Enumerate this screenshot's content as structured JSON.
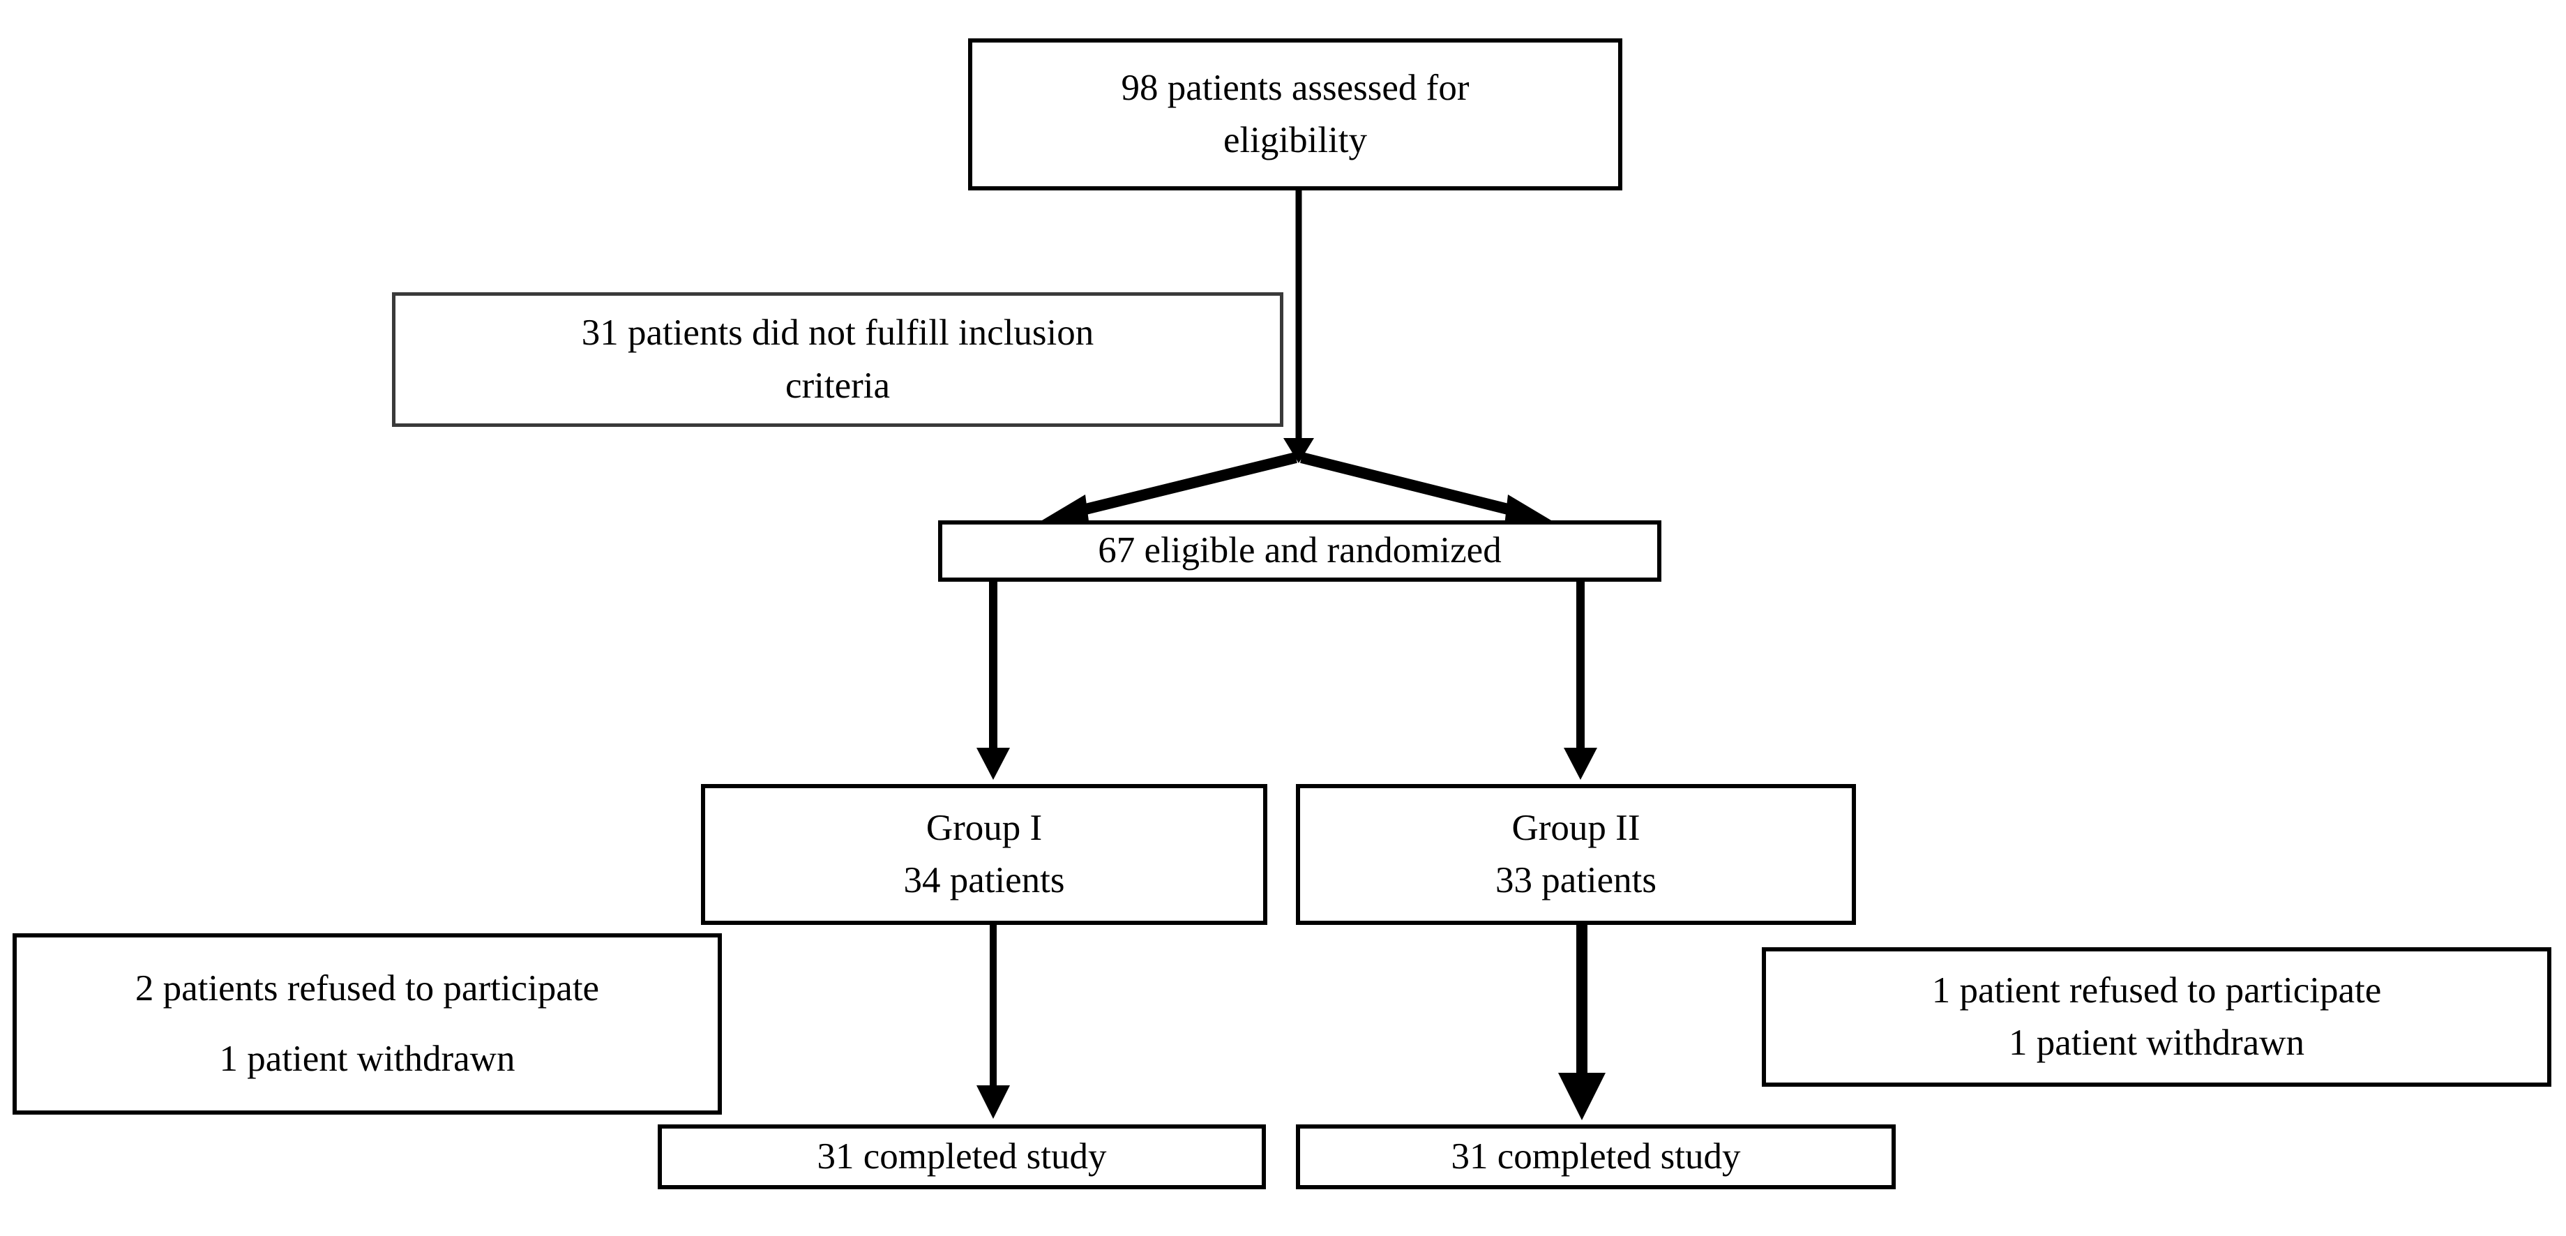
{
  "diagram": {
    "type": "flowchart",
    "title_visible": false,
    "background_color": "#ffffff",
    "text_color": "#000000",
    "border_color_primary": "#000000",
    "border_color_secondary": "#3a3a3a",
    "nodes": {
      "assessed": {
        "id": "assessed",
        "line1": "98 patients assessed for",
        "line2": "eligibility",
        "count": 98
      },
      "excluded": {
        "id": "excluded",
        "line1": "31 patients did not fulfill inclusion",
        "line2": "criteria",
        "count": 31
      },
      "randomized": {
        "id": "randomized",
        "line1": "67 eligible and randomized",
        "count": 67
      },
      "group1": {
        "id": "group1",
        "line1": "Group I",
        "line2": "34 patients",
        "count": 34
      },
      "group2": {
        "id": "group2",
        "line1": "Group II",
        "line2": "33 patients",
        "count": 33
      },
      "dropout_left": {
        "id": "dropout-left",
        "line1": "2 patients refused to participate",
        "line2": "1 patient withdrawn",
        "refused": 2,
        "withdrawn": 1
      },
      "dropout_right": {
        "id": "dropout-right",
        "line1": "1 patient refused to participate",
        "line2": "1 patient withdrawn",
        "refused": 1,
        "withdrawn": 1
      },
      "completed1": {
        "id": "completed1",
        "line1": "31 completed study",
        "count": 31
      },
      "completed2": {
        "id": "completed2",
        "line1": "31 completed study",
        "count": 31
      }
    },
    "edges": [
      {
        "id": "assessed-to-split",
        "from": "assessed",
        "to": "split-point",
        "style": "solid-arrow-down"
      },
      {
        "id": "split-to-randomized-left",
        "from": "split-point",
        "to": "randomized",
        "style": "solid-arrow-diagonal-left"
      },
      {
        "id": "split-to-randomized-right",
        "from": "split-point",
        "to": "randomized",
        "style": "solid-arrow-diagonal-right"
      },
      {
        "id": "randomized-to-group1",
        "from": "randomized",
        "to": "group1",
        "style": "solid-arrow-down"
      },
      {
        "id": "randomized-to-group2",
        "from": "randomized",
        "to": "group2",
        "style": "solid-arrow-down"
      },
      {
        "id": "group1-to-completed1",
        "from": "group1",
        "to": "completed1",
        "style": "solid-arrow-down"
      },
      {
        "id": "group2-to-completed2",
        "from": "group2",
        "to": "completed2",
        "style": "solid-arrow-down-bold"
      }
    ]
  }
}
